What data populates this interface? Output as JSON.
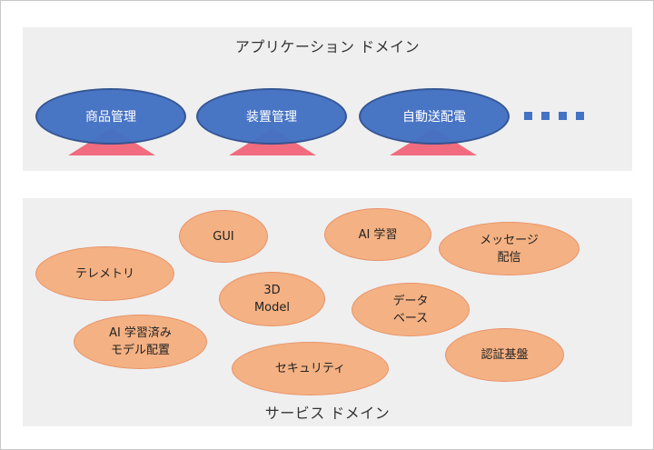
{
  "application_domain": {
    "title": "アプリケーション ドメイン",
    "apps": [
      "商品管理",
      "装置管理",
      "自動送配電"
    ],
    "more_indicator_count": 4,
    "colors": {
      "ellipse": "#4472c4",
      "triangle": "#f06c7e"
    }
  },
  "service_domain": {
    "title": "サービス ドメイン",
    "services": [
      "GUI",
      "AI 学習",
      "メッセージ\n配信",
      "テレメトリ",
      "3D\nModel",
      "データ\nベース",
      "AI 学習済み\nモデル配置",
      "セキュリティ",
      "認証基盤"
    ],
    "colors": {
      "ellipse": "#f4b183"
    }
  }
}
